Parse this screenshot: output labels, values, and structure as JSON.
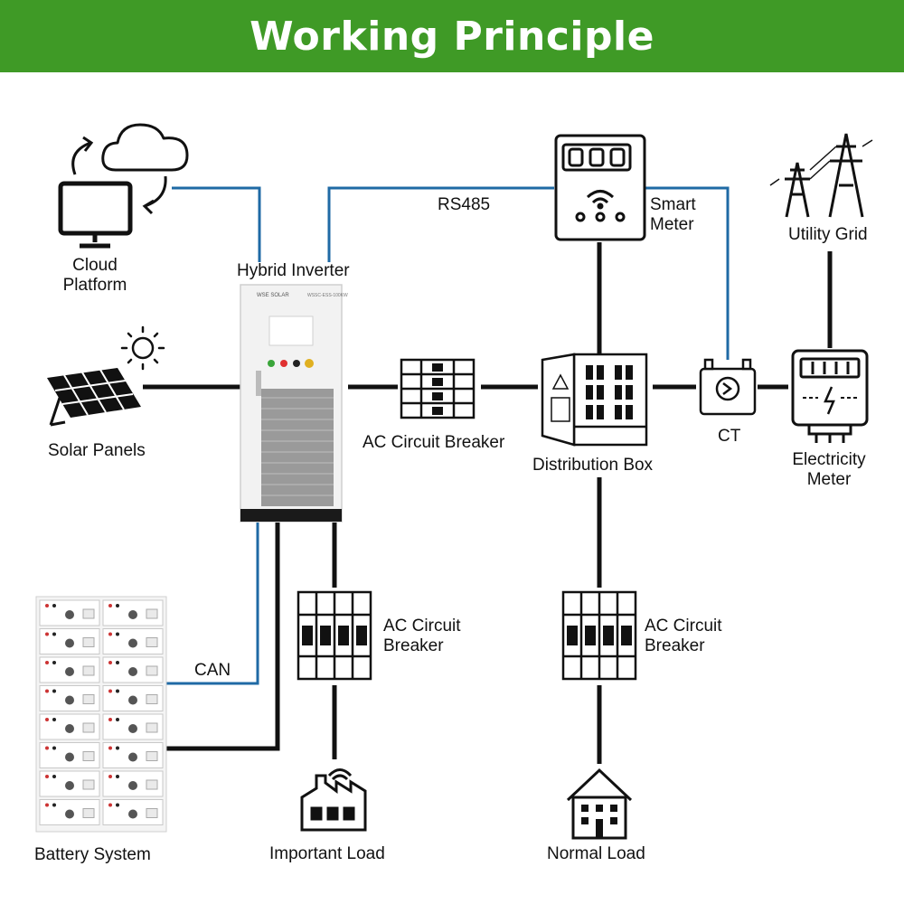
{
  "title": "Working Principle",
  "colors": {
    "banner": "#3f9a26",
    "comm_line": "#1f6aa5",
    "power_line": "#111111"
  },
  "inverter_brand": "WSE SOLAR",
  "inverter_model": "WSSC-ESS-100KW",
  "labels": {
    "cloud_platform": "Cloud\nPlatform",
    "hybrid_inverter": "Hybrid Inverter",
    "rs485": "RS485",
    "smart_meter": "Smart\nMeter",
    "utility_grid": "Utility Grid",
    "solar_panels": "Solar Panels",
    "ac_breaker_main": "AC Circuit Breaker",
    "distribution_box": "Distribution Box",
    "ct": "CT",
    "electricity_meter": "Electricity\nMeter",
    "can": "CAN",
    "ac_breaker_important": "AC Circuit\nBreaker",
    "ac_breaker_normal": "AC Circuit\nBreaker",
    "battery_system": "Battery System",
    "important_load": "Important Load",
    "normal_load": "Normal Load"
  },
  "icons": [
    "cloud-icon",
    "monitor-icon",
    "sun-icon",
    "solar-panel-icon",
    "hybrid-inverter-icon",
    "circuit-breaker-icon",
    "distribution-box-icon",
    "smart-meter-icon",
    "ct-icon",
    "electricity-meter-icon",
    "transmission-tower-icon",
    "battery-rack-icon",
    "factory-icon",
    "house-icon"
  ]
}
